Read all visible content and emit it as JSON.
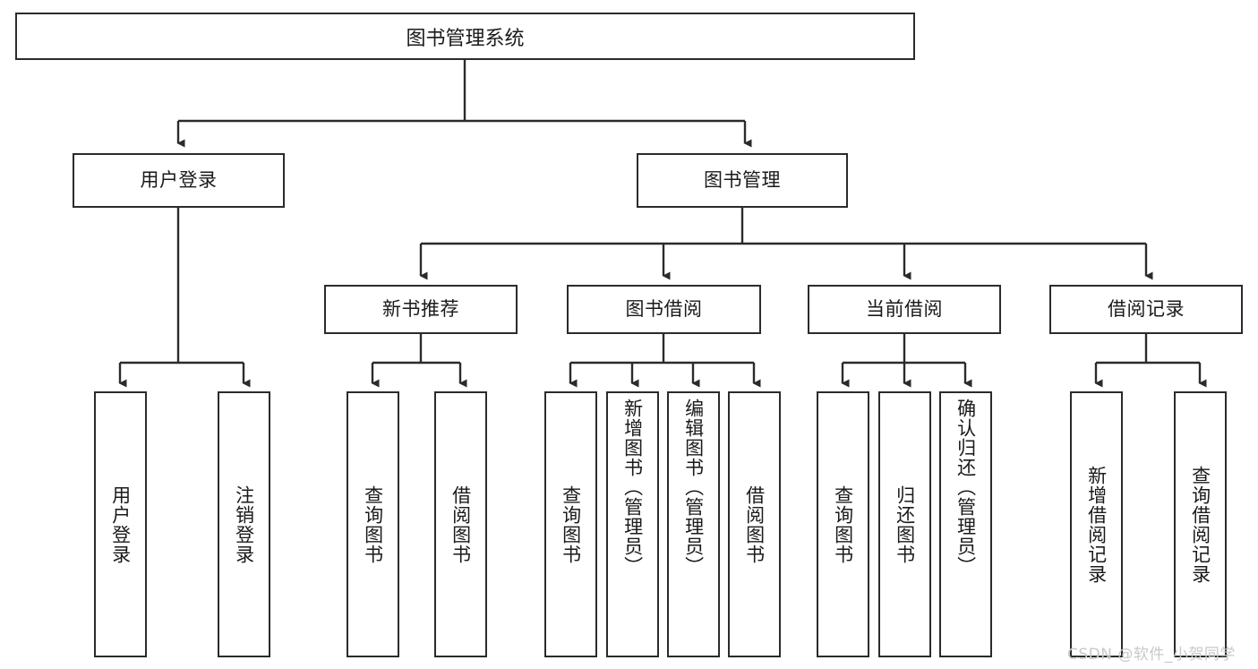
{
  "diagram": {
    "type": "tree-hierarchy",
    "title": "图书管理系统",
    "orientation": "top-down",
    "line_color": "#2b2b2b",
    "box_fill": "#ffffff",
    "text_color": "#1a1a1a"
  },
  "root": {
    "label": "图书管理系统"
  },
  "level2": [
    {
      "label": "用户登录"
    },
    {
      "label": "图书管理"
    }
  ],
  "level3": [
    {
      "label": "新书推荐"
    },
    {
      "label": "图书借阅"
    },
    {
      "label": "当前借阅"
    },
    {
      "label": "借阅记录"
    }
  ],
  "leaves": {
    "user_login": [
      {
        "label": "用户登录"
      },
      {
        "label": "注销登录"
      }
    ],
    "new_book": [
      {
        "label": "查询图书"
      },
      {
        "label": "借阅图书"
      }
    ],
    "book_borrow": [
      {
        "label": "查询图书"
      },
      {
        "label": "新增图书（管理员）"
      },
      {
        "label": "编辑图书（管理员）"
      },
      {
        "label": "借阅图书"
      }
    ],
    "current_borrow": [
      {
        "label": "查询图书"
      },
      {
        "label": "归还图书"
      },
      {
        "label": "确认归还（管理员）"
      }
    ],
    "borrow_record": [
      {
        "label": "新增借阅记录"
      },
      {
        "label": "查询借阅记录"
      }
    ]
  },
  "watermark": {
    "text": "CSDN @软件_小贺同学",
    "color": "#c9c9c9"
  }
}
